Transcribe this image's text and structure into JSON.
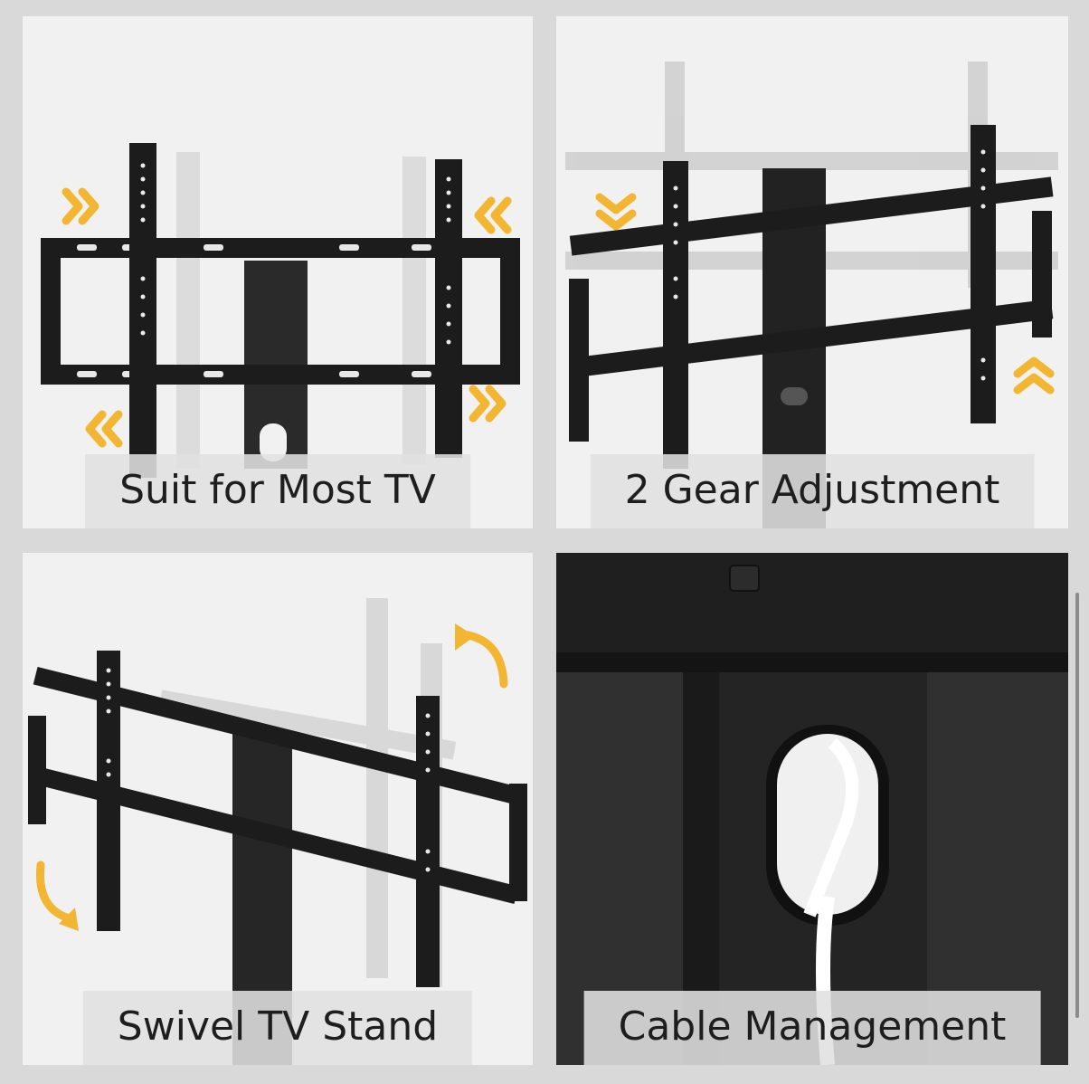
{
  "panels": [
    {
      "caption": "Suit for Most TV"
    },
    {
      "caption": "2 Gear Adjustment"
    },
    {
      "caption": "Swivel TV Stand"
    },
    {
      "caption": "Cable Management"
    }
  ],
  "colors": {
    "accent": "#f2b632",
    "frame": "#1c1c1c",
    "background": "#f1f1f1"
  }
}
